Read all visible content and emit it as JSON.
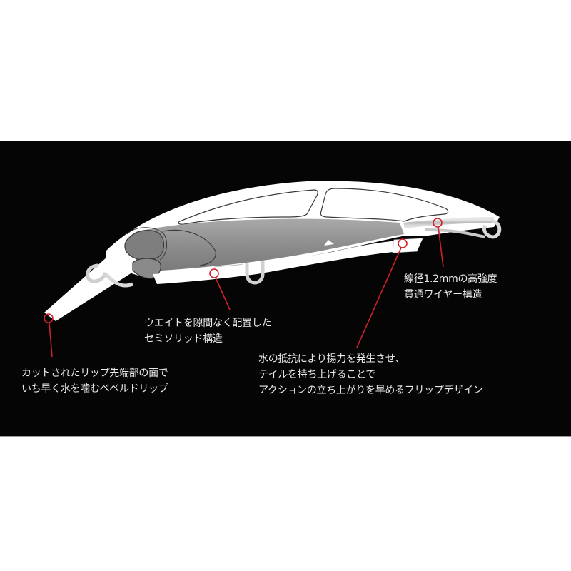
{
  "colors": {
    "background": "#ffffff",
    "panel": "#050505",
    "body_fill": "#ffffff",
    "weight_fill": "#8a8a8a",
    "callout": "#d0202a",
    "text": "#e9e9e9"
  },
  "callouts": [
    {
      "id": "lip",
      "lines": [
        "カットされたリップ先端部の面で",
        "いち早く水を噛むベベルドリップ"
      ]
    },
    {
      "id": "weight",
      "lines": [
        "ウエイトを隙間なく配置した",
        "セミソリッド構造"
      ]
    },
    {
      "id": "flip",
      "lines": [
        "水の抵抗により揚力を発生させ、",
        "テイルを持ち上げることで",
        "アクションの立ち上がりを早めるフリップデザイン"
      ]
    },
    {
      "id": "wire",
      "lines": [
        "線径1.2mmの高強度",
        "貫通ワイヤー構造"
      ]
    }
  ]
}
